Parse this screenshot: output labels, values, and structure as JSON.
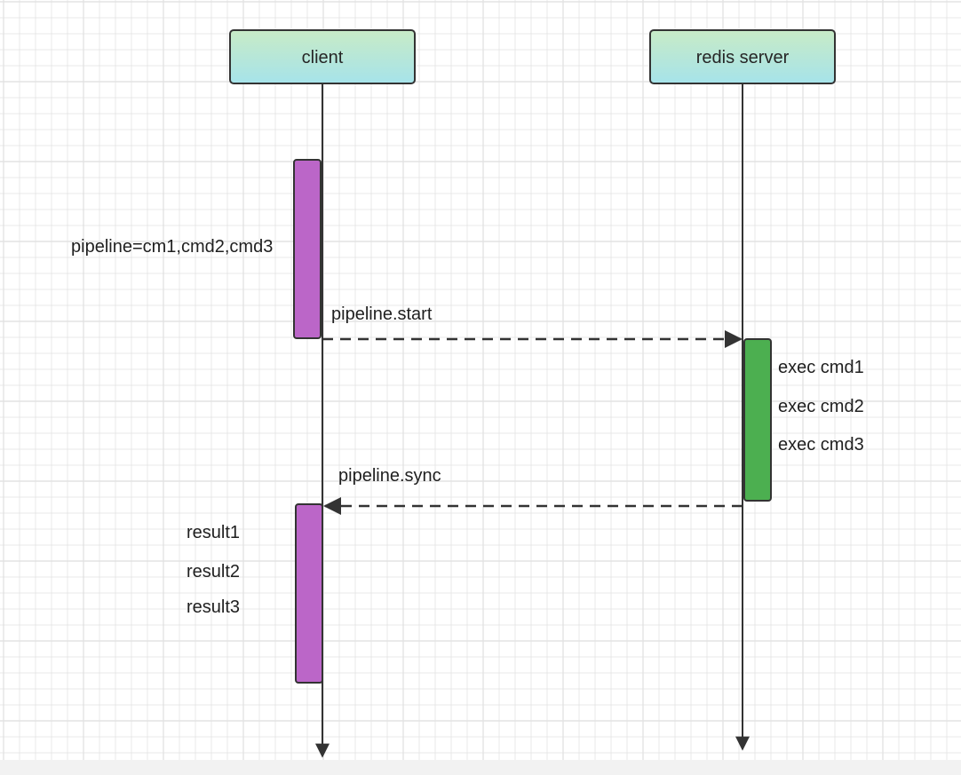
{
  "actors": [
    {
      "id": "client",
      "label": "client"
    },
    {
      "id": "server",
      "label": "redis server"
    }
  ],
  "notes": {
    "pipeline_def": "pipeline=cm1,cmd2,cmd3",
    "server_steps": [
      "exec cmd1",
      "exec cmd2",
      "exec cmd3"
    ],
    "client_results": [
      "result1",
      "result2",
      "result3"
    ]
  },
  "messages": [
    {
      "from": "client",
      "to": "server",
      "label": "pipeline.start",
      "style": "dashed"
    },
    {
      "from": "server",
      "to": "client",
      "label": "pipeline.sync",
      "style": "dashed"
    }
  ],
  "colors": {
    "grid_line": "#e3e3e3",
    "canvas_bg": "#ffffff",
    "page_bg": "#f2f2f2",
    "actor_fill_top": "#c8ebc6",
    "actor_fill_bottom": "#a6e3ea",
    "actor_stroke": "#333333",
    "client_activation": "#bb66c8",
    "server_activation": "#4caf50",
    "line": "#333333"
  }
}
